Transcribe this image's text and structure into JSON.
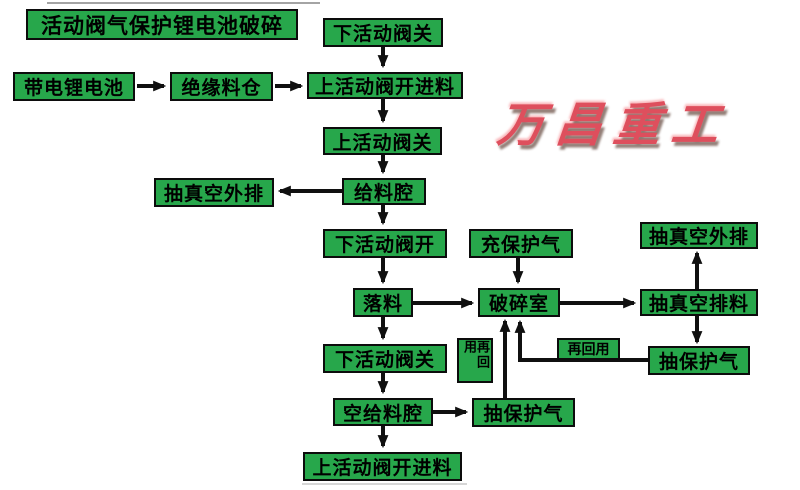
{
  "page": {
    "background": "#ffffff"
  },
  "colors": {
    "node_fill": "#27a74b",
    "node_border": "#0c0c0c",
    "arrow": "#101010",
    "watermark_red": "#dc4150"
  },
  "watermark": {
    "text": "万昌重工"
  },
  "nodes": {
    "title": "活动阀气保护锂电池破碎",
    "battery": "带电锂电池",
    "insulation_bin": "绝缘料仓",
    "lower_valve_close_top": "下活动阀关",
    "upper_valve_open_feed_top": "上活动阀开进料",
    "upper_valve_close": "上活动阀关",
    "feed_chamber": "给料腔",
    "vacuum_exhaust_left": "抽真空外排",
    "lower_valve_open": "下活动阀开",
    "drop_material": "落料",
    "fill_protective_gas": "充保护气",
    "crushing_chamber": "破碎室",
    "vacuum_exhaust_right": "抽真空外排",
    "vacuum_discharge": "抽真空排料",
    "extract_gas_right": "抽保护气",
    "reuse_right_label": "再回用",
    "reuse_center_label": "再回用",
    "lower_valve_close_bottom": "下活动阀关",
    "empty_feed_chamber": "空给料腔",
    "extract_gas_bottom": "抽保护气",
    "upper_valve_open_feed_bottom": "上活动阀开进料"
  },
  "edges": [
    {
      "from": "battery",
      "to": "insulation_bin"
    },
    {
      "from": "insulation_bin",
      "to": "upper_valve_open_feed_top"
    },
    {
      "from": "lower_valve_close_top",
      "to": "upper_valve_open_feed_top"
    },
    {
      "from": "upper_valve_open_feed_top",
      "to": "upper_valve_close"
    },
    {
      "from": "upper_valve_close",
      "to": "feed_chamber"
    },
    {
      "from": "feed_chamber",
      "to": "vacuum_exhaust_left"
    },
    {
      "from": "feed_chamber",
      "to": "lower_valve_open"
    },
    {
      "from": "lower_valve_open",
      "to": "drop_material"
    },
    {
      "from": "drop_material",
      "to": "crushing_chamber"
    },
    {
      "from": "drop_material",
      "to": "lower_valve_close_bottom"
    },
    {
      "from": "lower_valve_close_bottom",
      "to": "empty_feed_chamber"
    },
    {
      "from": "empty_feed_chamber",
      "to": "upper_valve_open_feed_bottom"
    },
    {
      "from": "empty_feed_chamber",
      "to": "extract_gas_bottom"
    },
    {
      "from": "fill_protective_gas",
      "to": "crushing_chamber"
    },
    {
      "from": "crushing_chamber",
      "to": "vacuum_discharge"
    },
    {
      "from": "vacuum_discharge",
      "to": "vacuum_exhaust_right"
    },
    {
      "from": "vacuum_discharge",
      "to": "extract_gas_right"
    },
    {
      "from": "extract_gas_bottom",
      "to": "crushing_chamber",
      "label": "再回用"
    },
    {
      "from": "extract_gas_right",
      "to": "crushing_chamber",
      "label": "再回用"
    }
  ]
}
